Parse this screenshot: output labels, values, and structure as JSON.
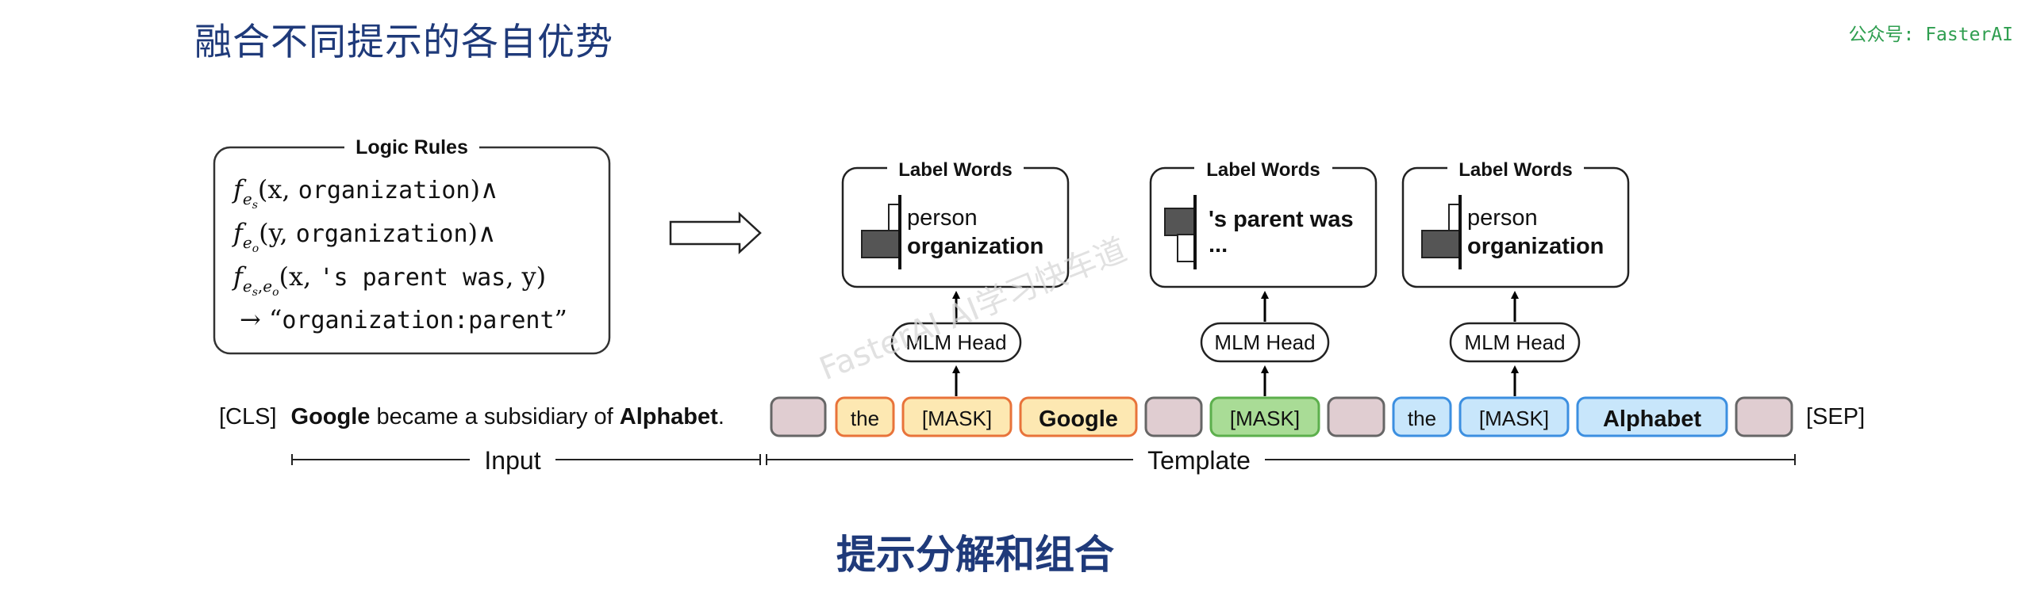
{
  "header": {
    "title": "融合不同提示的各自优势",
    "brand": "公众号: FasterAI"
  },
  "logic_rules": {
    "title": "Logic Rules",
    "line1": {
      "f": "f",
      "sub": "e",
      "subsub": "s",
      "args": "(x, ",
      "arg2": "organization",
      "tail": ")∧"
    },
    "line2": {
      "f": "f",
      "sub": "e",
      "subsub": "o",
      "args": "(y, ",
      "arg2": "organization",
      "tail": ")∧"
    },
    "line3": {
      "f": "f",
      "sub": "e",
      "subsub1": "s",
      "comma": ",",
      "sub2": "e",
      "subsub2": "o",
      "args": "(x, ",
      "arg2": "'s parent was",
      "tail": ", y)"
    },
    "line4": {
      "arrow": "→ “",
      "value": "organization:parent",
      "close": "”"
    }
  },
  "label_boxes": [
    {
      "title": "Label Words",
      "line1": "person",
      "line2": "organization"
    },
    {
      "title": "Label Words",
      "line1": "'s parent was",
      "line2": "..."
    },
    {
      "title": "Label Words",
      "line1": "person",
      "line2": "organization"
    }
  ],
  "mlm_heads": [
    "MLM Head",
    "MLM Head",
    "MLM Head"
  ],
  "sentence": {
    "cls": "[CLS]",
    "subject": "Google",
    "middle": " became a subsidiary of ",
    "object": "Alphabet",
    "period": "."
  },
  "tokens": [
    "",
    "the",
    "[MASK]",
    "Google",
    "",
    "[MASK]",
    "",
    "the",
    "[MASK]",
    "Alphabet",
    ""
  ],
  "sep": "[SEP]",
  "spans": {
    "input": "Input",
    "template": "Template"
  },
  "watermark": "FasterAI  AI学习快车道",
  "caption": "提示分解和组合",
  "colors": {
    "title": "#1f3a7a",
    "brand": "#2e9e4f",
    "orange_border": "#e8733a",
    "orange_fill": "#fde8b2",
    "green_border": "#5caf4c",
    "green_fill": "#a9dc96",
    "blue_border": "#3c8fe0",
    "blue_fill": "#c8e6fb",
    "gray_border": "#666666",
    "gray_fill": "#e0cdd1"
  }
}
